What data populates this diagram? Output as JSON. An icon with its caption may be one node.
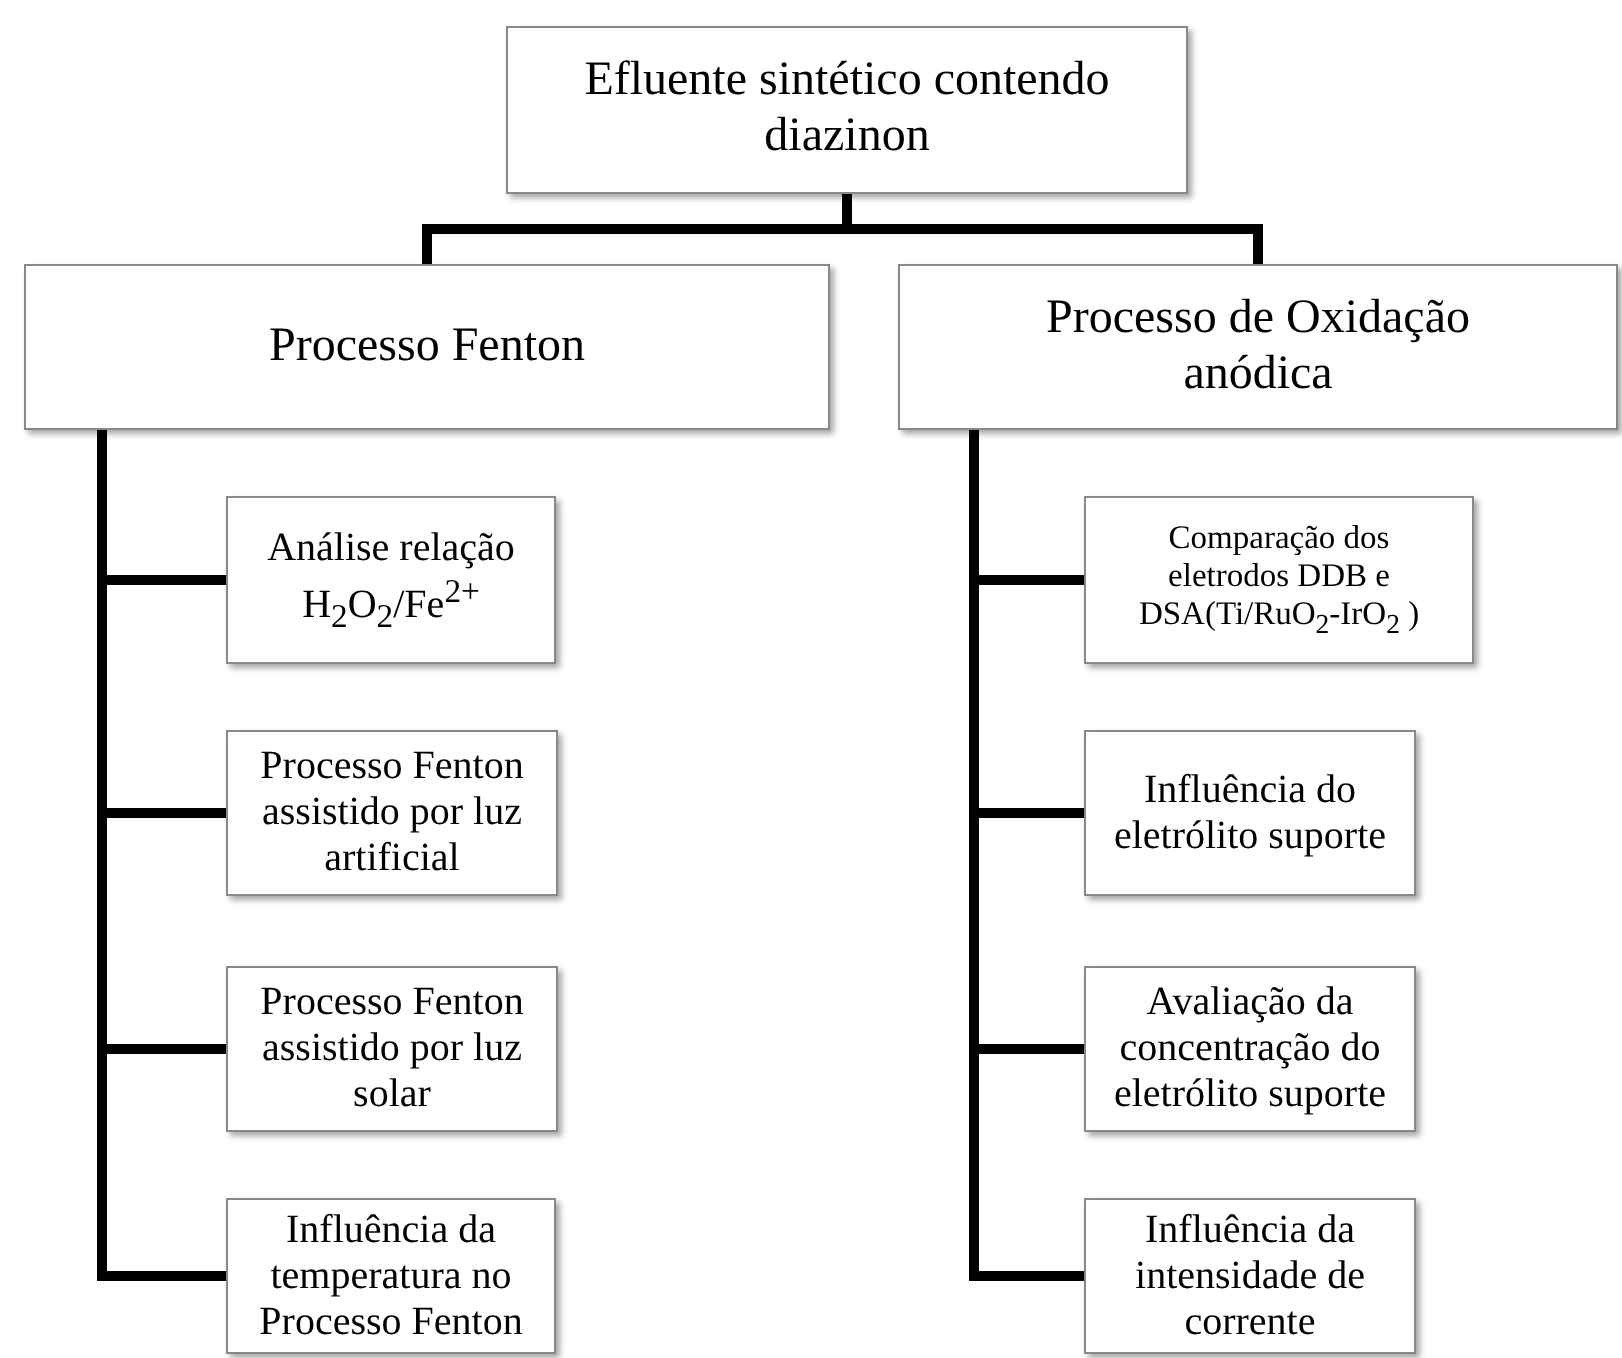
{
  "diagram": {
    "nodes": [
      {
        "text": [
          "Efluente sintético contendo diazinon"
        ]
      },
      {
        "text": [
          "Processo Fenton"
        ]
      },
      {
        "text": [
          "Processo de Oxidação anódica"
        ]
      },
      {
        "text": [
          "Análise relação H$_{2}$O$_{2}$/Fe$^{2+}$"
        ]
      },
      {
        "text": [
          "Processo Fenton assistido por luz artificial"
        ]
      },
      {
        "text": [
          "Processo Fenton assistido por luz solar"
        ]
      },
      {
        "text": [
          "Influência da temperatura no Processo Fenton"
        ]
      },
      {
        "text": [
          "Comparação dos eletrodos DDB e DSA(Ti/RuO$_{2}$-IrO$_{2}$ )"
        ]
      },
      {
        "text": [
          "Influência do eletrólito suporte"
        ]
      },
      {
        "text": [
          "Avaliação da concentração do eletrólito suporte"
        ]
      },
      {
        "text": [
          "Influência da intensidade de corrente"
        ]
      }
    ],
    "edges": [
      {
        "from": 0,
        "to": 1,
        "arrow": "none"
      },
      {
        "from": 0,
        "to": 2,
        "arrow": "none"
      },
      {
        "from": 1,
        "to": 3,
        "arrow": "none"
      },
      {
        "from": 1,
        "to": 4,
        "arrow": "none"
      },
      {
        "from": 1,
        "to": 5,
        "arrow": "none"
      },
      {
        "from": 1,
        "to": 6,
        "arrow": "none"
      },
      {
        "from": 2,
        "to": 7,
        "arrow": "none"
      },
      {
        "from": 2,
        "to": 8,
        "arrow": "none"
      },
      {
        "from": 2,
        "to": 9,
        "arrow": "none"
      },
      {
        "from": 2,
        "to": 10,
        "arrow": "none"
      }
    ]
  }
}
